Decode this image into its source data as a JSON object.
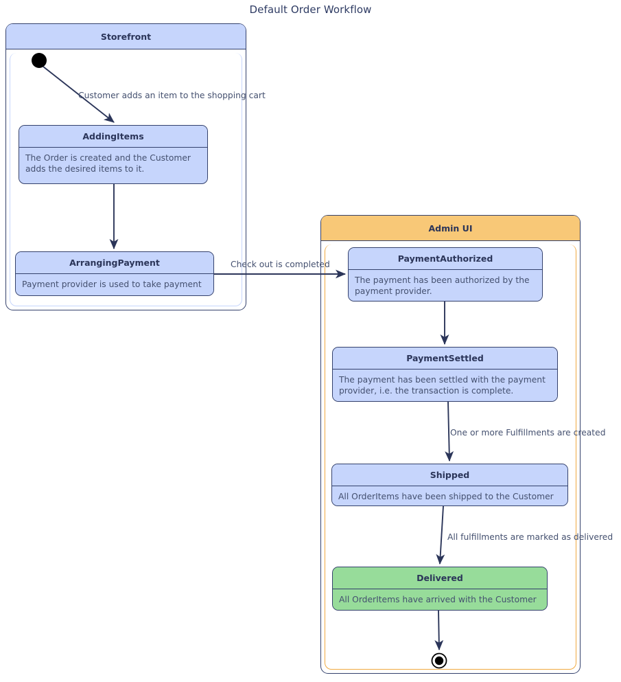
{
  "diagram": {
    "title": "Default Order Workflow",
    "type": "uml-state-machine",
    "colors": {
      "state_fill_blue": "#c6d5fc",
      "state_fill_green": "#97dc9a",
      "admin_header_orange": "#f8c877",
      "border_navy": "#33406b",
      "text_navy": "#2b3559",
      "background": "#ffffff"
    }
  },
  "containers": [
    {
      "id": "storefront",
      "name": "Storefront",
      "header_color": "#c6d5fc"
    },
    {
      "id": "adminui",
      "name": "Admin UI",
      "header_color": "#f8c877"
    }
  ],
  "states": {
    "adding_items": {
      "name": "AddingItems",
      "description": "The Order is created and the Customer adds the desired items to it.",
      "fill": "#c6d5fc"
    },
    "arranging_payment": {
      "name": "ArrangingPayment",
      "description": "Payment provider is used to take payment",
      "fill": "#c6d5fc"
    },
    "payment_authorized": {
      "name": "PaymentAuthorized",
      "description": "The payment has been authorized by the payment provider.",
      "fill": "#c6d5fc"
    },
    "payment_settled": {
      "name": "PaymentSettled",
      "description": "The payment has been settled with the payment provider, i.e. the transaction is complete.",
      "fill": "#c6d5fc"
    },
    "shipped": {
      "name": "Shipped",
      "description": "All OrderItems have been shipped to the Customer",
      "fill": "#c6d5fc"
    },
    "delivered": {
      "name": "Delivered",
      "description": "All OrderItems have arrived with the Customer",
      "fill": "#97dc9a"
    }
  },
  "transitions": {
    "initial_to_adding": "Customer adds an item to the shopping cart",
    "adding_to_arranging": "",
    "arranging_to_authorized": "Check out is completed",
    "authorized_to_settled": "",
    "settled_to_shipped": "One or more Fulfillments are created",
    "shipped_to_delivered": "All fulfillments are marked as delivered",
    "delivered_to_final": ""
  },
  "pseudostates": {
    "initial": "initial-state",
    "final": "final-state"
  }
}
